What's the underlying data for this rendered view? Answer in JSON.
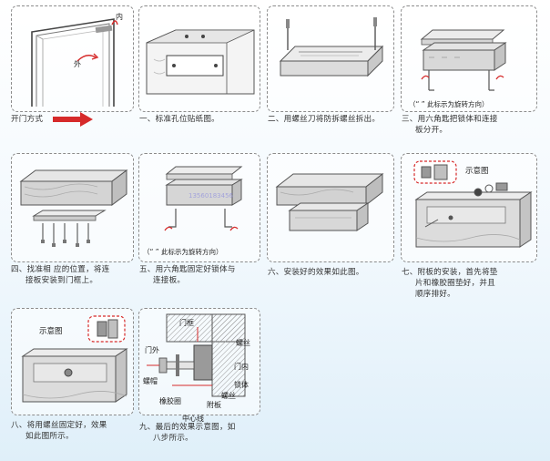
{
  "panels": [
    {
      "id": "p1",
      "caption": "开门方式",
      "labels": {
        "inner": "内",
        "outer": "外"
      }
    },
    {
      "id": "p2",
      "caption": "一、标准孔位贴纸图。"
    },
    {
      "id": "p3",
      "caption": "二、用螺丝刀将防拆螺丝拆出。"
    },
    {
      "id": "p4",
      "caption_l1": "三、用六角匙把锁体和连接",
      "caption_l2": "板分开。",
      "note": "（“ ” 此标示为旋转方向）"
    },
    {
      "id": "p5",
      "caption_l1": "四、找准相 应的位置，将连",
      "caption_l2": "接板安装到门框上。"
    },
    {
      "id": "p6",
      "caption_l1": "五、用六角匙固定好锁体与",
      "caption_l2": "连接板。",
      "note": "（“ ” 此标示为旋转方向）",
      "watermark": "13560183456"
    },
    {
      "id": "p7",
      "caption": "六、安装好的效果如此图。"
    },
    {
      "id": "p8",
      "caption_l1": "七、附板的安装，首先将垫",
      "caption_l2": "片和橡胶圈垫好，并且",
      "caption_l3": "顺序排好。",
      "labels": {
        "schematic": "示意图"
      }
    },
    {
      "id": "p9",
      "caption_l1": "八、将用螺丝固定好，效果",
      "caption_l2": "如此图所示。",
      "labels": {
        "schematic": "示意图"
      }
    },
    {
      "id": "p10",
      "caption_l1": "九、最后的效果示意图，如",
      "caption_l2": "八步所示。",
      "labels": {
        "door_frame": "门框",
        "door_outside": "门外",
        "screw_top": "螺丝",
        "door_inside": "门内",
        "screw_cap": "螺帽",
        "lock_body": "锁体",
        "screw_bottom": "螺丝",
        "rubber_ring": "橡胶圈",
        "attached_plate": "附板",
        "center_line": "中心线"
      }
    }
  ],
  "colors": {
    "accent_red": "#d62a2a",
    "border": "#8c8c8c"
  }
}
